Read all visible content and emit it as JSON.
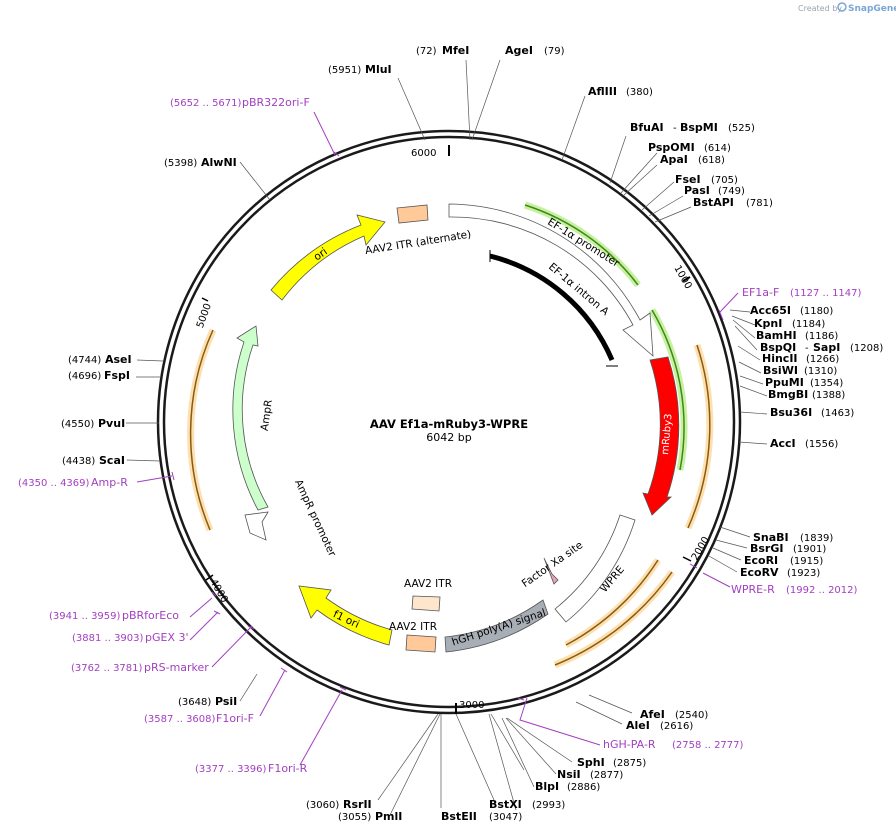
{
  "credit": {
    "text": "Created by",
    "brand": "SnapGene"
  },
  "title": "AAV Ef1a-mRuby3-WPRE",
  "length": "6042 bp",
  "ticks": [
    "1000",
    "2000",
    "3000",
    "4000",
    "5000",
    "6000"
  ],
  "enzymes": [
    {
      "pre": "(72)",
      "name": "MfeI"
    },
    {
      "name": "AgeI",
      "post": "(79)"
    },
    {
      "pre": "(5951)",
      "name": "MluI"
    },
    {
      "name": "AflIII",
      "post": "(380)"
    },
    {
      "name": "BfuAI",
      "name2": "BspMI",
      "post": "(525)"
    },
    {
      "name": "PspOMI",
      "post": "(614)"
    },
    {
      "name": "ApaI",
      "post": "(618)"
    },
    {
      "name": "FseI",
      "post": "(705)"
    },
    {
      "name": "PasI",
      "post": "(749)"
    },
    {
      "name": "BstAPI",
      "post": "(781)"
    },
    {
      "pre": "(5398)",
      "name": "AlwNI"
    },
    {
      "name": "Acc65I",
      "post": "(1180)"
    },
    {
      "name": "KpnI",
      "post": "(1184)"
    },
    {
      "name": "BamHI",
      "post": "(1186)"
    },
    {
      "name": "BspQI",
      "name2": "SapI",
      "post": "(1208)"
    },
    {
      "name": "HincII",
      "post": "(1266)"
    },
    {
      "name": "BsiWI",
      "post": "(1310)"
    },
    {
      "name": "PpuMI",
      "post": "(1354)"
    },
    {
      "name": "BmgBI",
      "post": "(1388)"
    },
    {
      "name": "Bsu36I",
      "post": "(1463)"
    },
    {
      "name": "AccI",
      "post": "(1556)"
    },
    {
      "pre": "(4744)",
      "name": "AseI"
    },
    {
      "pre": "(4696)",
      "name": "FspI"
    },
    {
      "pre": "(4550)",
      "name": "PvuI"
    },
    {
      "pre": "(4438)",
      "name": "ScaI"
    },
    {
      "name": "SnaBI",
      "post": "(1839)"
    },
    {
      "name": "BsrGI",
      "post": "(1901)"
    },
    {
      "name": "EcoRI",
      "post": "(1915)"
    },
    {
      "name": "EcoRV",
      "post": "(1923)"
    },
    {
      "pre": "(3648)",
      "name": "PsiI"
    },
    {
      "name": "AfeI",
      "post": "(2540)"
    },
    {
      "name": "AleI",
      "post": "(2616)"
    },
    {
      "name": "SphI",
      "post": "(2875)"
    },
    {
      "name": "NsiI",
      "post": "(2877)"
    },
    {
      "name": "BlpI",
      "post": "(2886)"
    },
    {
      "pre": "(3060)",
      "name": "RsrII"
    },
    {
      "pre": "(3055)",
      "name": "PmlI"
    },
    {
      "name": "BstEII"
    },
    {
      "name": "BstXI",
      "post": "(2993)"
    },
    {
      "post": "(3047)"
    }
  ],
  "primers": [
    {
      "range": "(5652 .. 5671)",
      "name": "pBR322ori-F"
    },
    {
      "name": "EF1a-F",
      "range": "(1127 .. 1147)"
    },
    {
      "range": "(4350 .. 4369)",
      "name": "Amp-R"
    },
    {
      "name": "WPRE-R",
      "range": "(1992 .. 2012)"
    },
    {
      "range": "(3941 .. 3959)",
      "name": "pBRforEco"
    },
    {
      "range": "(3881 .. 3903)",
      "name": "pGEX 3'"
    },
    {
      "range": "(3762 .. 3781)",
      "name": "pRS-marker"
    },
    {
      "range": "(3587 .. 3608)",
      "name": "F1ori-F"
    },
    {
      "name": "hGH-PA-R",
      "range": "(2758 .. 2777)"
    },
    {
      "range": "(3377 .. 3396)",
      "name": "F1ori-R"
    }
  ],
  "features": {
    "itr_alt": "AAV2 ITR (alternate)",
    "ef1a_promoter": "EF-1α promoter",
    "ef1a_intron": "EF-1α intron A",
    "mruby3": "mRuby3",
    "factor_xa": "Factor Xa site",
    "wpre": "WPRE",
    "hgh": "hGH poly(A) signal",
    "itr1": "AAV2 ITR",
    "itr2": "AAV2 ITR",
    "f1ori": "f1 ori",
    "ampr": "AmpR",
    "ampr_promoter": "AmpR promoter",
    "ori": "ori"
  },
  "colors": {
    "backbone": "#1a1a1a",
    "primer": "#a23fc0",
    "mruby3": "#ff0000",
    "ori": "#ffff00",
    "f1ori": "#ffff00",
    "ampr": "#ccffcc",
    "itr": "#ffc999",
    "hgh": "#a8aeb5",
    "intron": "#000000",
    "primer_green": "#3a8a1a",
    "primer_orange": "#f5a623"
  }
}
